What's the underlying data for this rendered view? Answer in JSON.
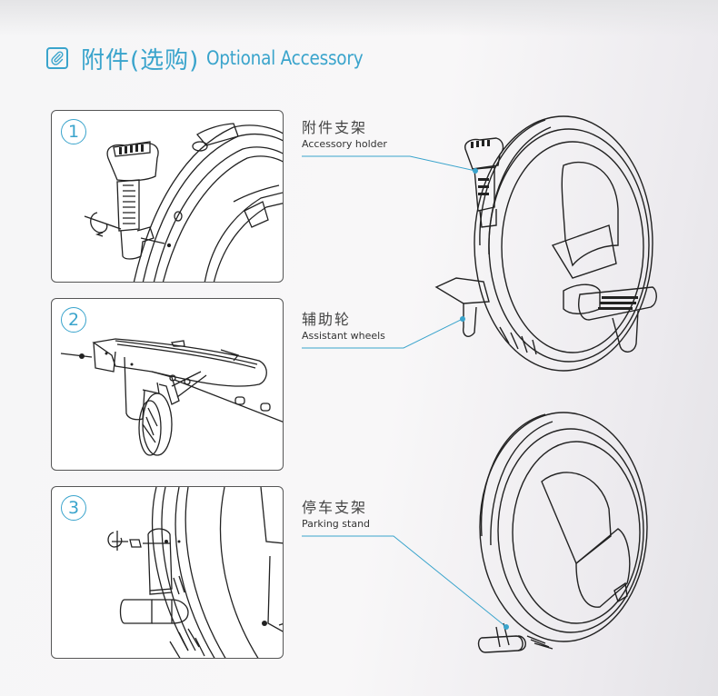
{
  "header": {
    "icon": "paperclip-icon",
    "title_cn": "附件(选购)",
    "title_en": "Optional Accessory"
  },
  "steps": [
    {
      "number": "1",
      "icon": "accessory-holder-install-illustration"
    },
    {
      "number": "2",
      "icon": "assistant-wheel-install-illustration"
    },
    {
      "number": "3",
      "icon": "parking-stand-install-illustration"
    }
  ],
  "accessories": [
    {
      "name_cn": "附件支架",
      "name_en": "Accessory  holder"
    },
    {
      "name_cn": "辅助轮",
      "name_en": "Assistant wheels"
    },
    {
      "name_cn": "停车支架",
      "name_en": "Parking stand"
    }
  ],
  "colors": {
    "accent": "#3aa4cc",
    "line": "#222222",
    "panel_border": "#555555"
  }
}
